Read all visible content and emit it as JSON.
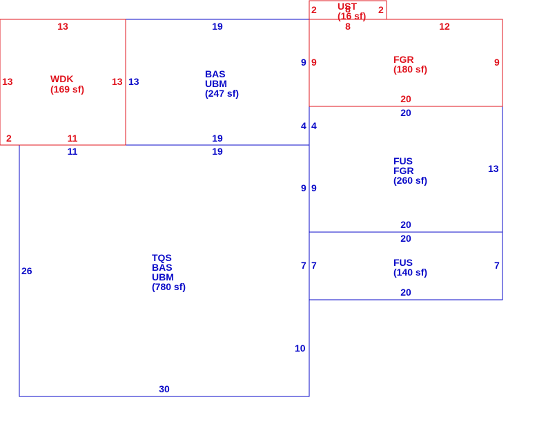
{
  "colors": {
    "red": "#e0141e",
    "blue": "#0a0ac8"
  },
  "areas": {
    "wdk": {
      "code": "WDK",
      "area": "(169 sf)",
      "top": "13",
      "left": "13",
      "right": "13",
      "bottom_left": "2",
      "bottom": "11"
    },
    "bas": {
      "line1": "BAS",
      "line2": "UBM",
      "area": "(247 sf)",
      "top": "19",
      "left": "13",
      "right": "9",
      "right_lower": "4",
      "bottom": "19"
    },
    "ust": {
      "code": "UST",
      "area": "(16 sf)",
      "left": "2",
      "right": "2",
      "top": "8",
      "bottom": "8"
    },
    "fgr": {
      "code": "FGR",
      "area": "(180 sf)",
      "top": "12",
      "left": "9",
      "right": "9",
      "bottom": "20"
    },
    "fus_fgr": {
      "line1": "FUS",
      "line2": "FGR",
      "area": "(260 sf)",
      "top": "20",
      "left_upper": "4",
      "left": "9",
      "right": "13",
      "bottom": "20"
    },
    "fus": {
      "code": "FUS",
      "area": "(140 sf)",
      "top": "20",
      "left": "7",
      "right": "7",
      "bottom": "20"
    },
    "tqs": {
      "line1": "TQS",
      "line2": "BAS",
      "line3": "UBM",
      "area": "(780 sf)",
      "top_left": "11",
      "top": "19",
      "left": "26",
      "right_upper": "9",
      "right_mid": "7",
      "right_lower": "10",
      "bottom": "30"
    }
  }
}
